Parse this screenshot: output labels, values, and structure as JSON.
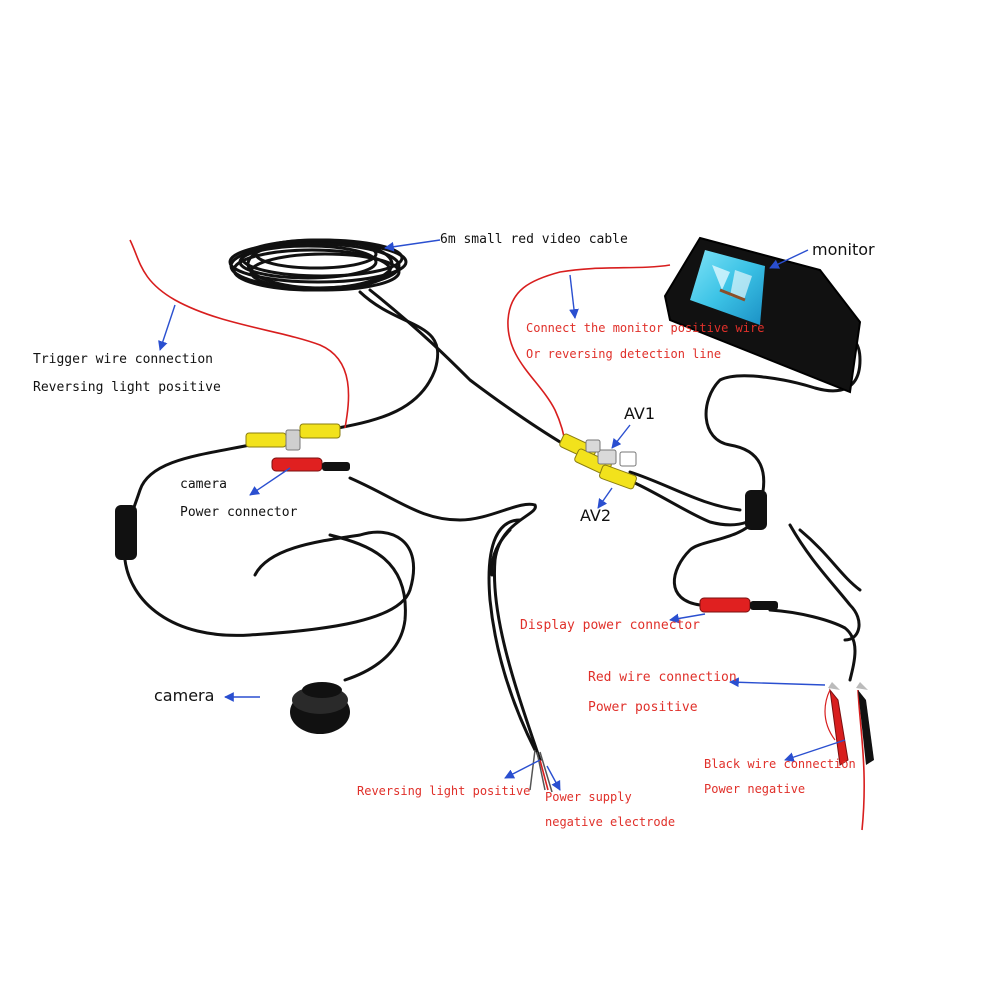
{
  "labels": {
    "video_cable": "6m small red video cable",
    "monitor": "monitor",
    "trigger_line1": "Trigger wire connection",
    "trigger_line2": "Reversing light positive",
    "monitor_positive_line1": "Connect the monitor positive wire",
    "monitor_positive_line2": "Or reversing detection line",
    "av1": "AV1",
    "av2": "AV2",
    "camera_connector_line1": "camera",
    "camera_connector_line2": "Power connector",
    "display_power_connector": "Display power connector",
    "camera": "camera",
    "red_wire_line1": "Red wire connection",
    "red_wire_line2": "Power positive",
    "black_wire_line1": "Black wire connection",
    "black_wire_line2": "Power negative",
    "reversing_light_positive": "Reversing light positive",
    "power_supply_line1": "Power supply",
    "power_supply_line2": "negative electrode"
  },
  "colors": {
    "annotation_black": "#111111",
    "annotation_red": "#e0302a",
    "arrow_blue": "#2a4fd0",
    "cable": "#111111",
    "red_wire": "#d81e1e",
    "rca_yellow": "#f2e21c",
    "connector_red": "#e02020",
    "monitor_screen": "#39c6e8"
  }
}
